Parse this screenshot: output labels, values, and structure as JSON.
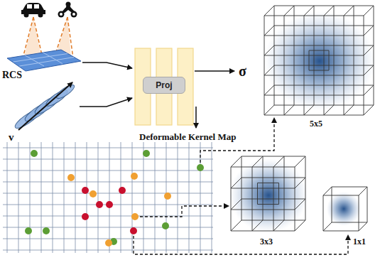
{
  "diagram": {
    "nodes": [
      {
        "text": [
          "Proj"
        ]
      }
    ],
    "labels": [
      "RCS",
      "v",
      "σ",
      "Deformable Kernel Map",
      "5x5",
      "3x3",
      "1x1"
    ]
  }
}
